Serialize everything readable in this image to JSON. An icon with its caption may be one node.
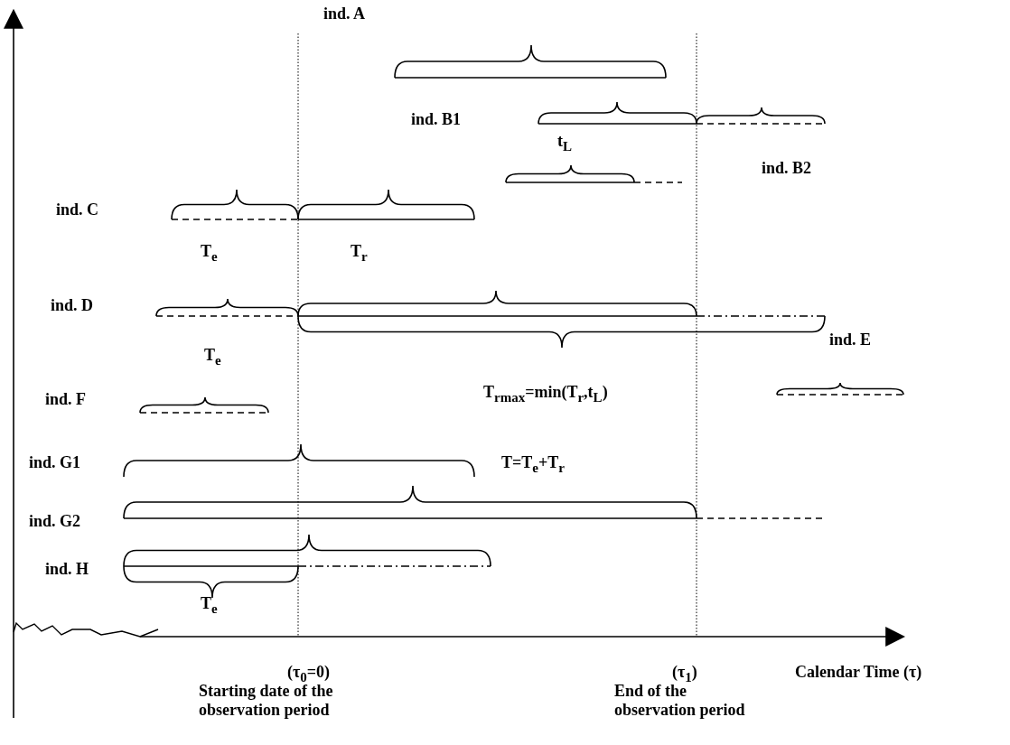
{
  "diagram": {
    "labels": [
      "ind. A",
      "ind. B1",
      "t$_{L}$",
      "ind. B2",
      "ind. C",
      "T$_{e}$",
      "T$_{r}$",
      "ind. D",
      "ind. E",
      "T$_{e}$",
      "ind. F",
      "T$_{rmax}$=min(T$_{r}$,t$_{L}$)",
      "ind. G1",
      "T=T$_{e}$+T$_{r}$",
      "ind. G2",
      "ind. H",
      "T$_{e}$",
      "(τ$_{0}$=0)",
      "(τ$_{1}$)",
      "Calendar Time (τ)",
      "Starting date of the observation period",
      "End of the observation period"
    ]
  }
}
